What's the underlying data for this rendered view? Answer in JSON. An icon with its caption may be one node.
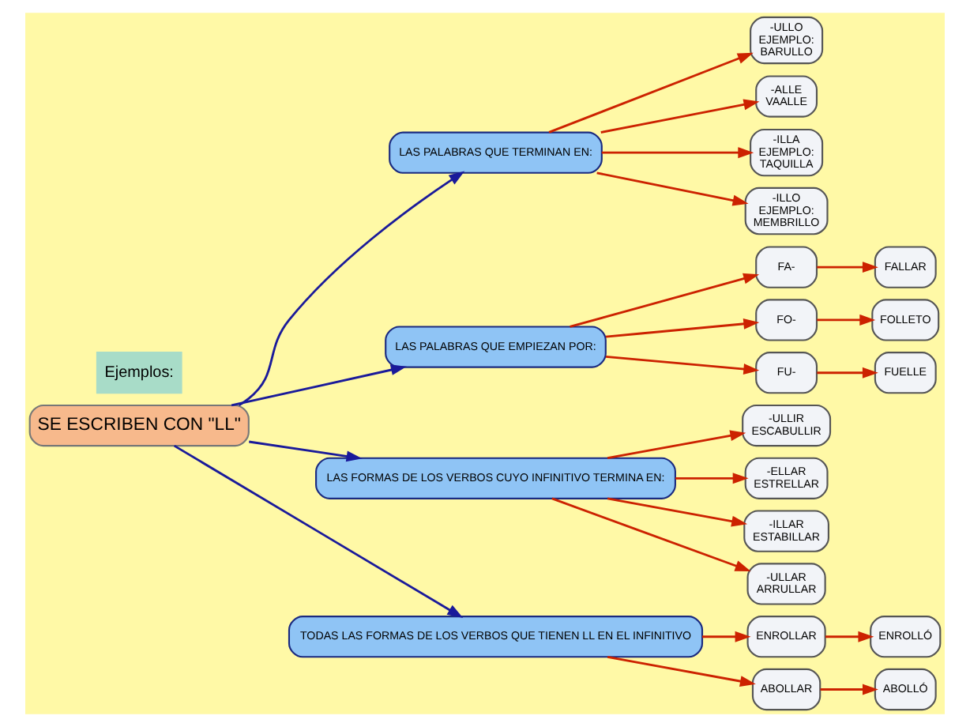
{
  "diagram": {
    "nodes": [
      {
        "text": [
          "SE ESCRIBEN CON \"LL\""
        ]
      },
      {
        "text": [
          "LAS PALABRAS QUE TERMINAN EN:"
        ]
      },
      {
        "text": [
          "-ULLO",
          "EJEMPLO:",
          "BARULLO"
        ]
      },
      {
        "text": [
          "-ALLE",
          "VAALLE"
        ]
      },
      {
        "text": [
          "-ILLA",
          "EJEMPLO:",
          "TAQUILLA"
        ]
      },
      {
        "text": [
          "-ILLO",
          "EJEMPLO:",
          "MEMBRILLO"
        ]
      },
      {
        "text": [
          "LAS PALABRAS QUE EMPIEZAN POR:"
        ]
      },
      {
        "text": [
          "FA-"
        ]
      },
      {
        "text": [
          "FALLAR"
        ]
      },
      {
        "text": [
          "FO-"
        ]
      },
      {
        "text": [
          "FOLLETO"
        ]
      },
      {
        "text": [
          "FU-"
        ]
      },
      {
        "text": [
          "FUELLE"
        ]
      },
      {
        "text": [
          "LAS FORMAS DE LOS VERBOS CUYO INFINITIVO TERMINA EN:"
        ]
      },
      {
        "text": [
          "-ULLIR",
          "ESCABULLIR"
        ]
      },
      {
        "text": [
          "-ELLAR",
          "ESTRELLAR"
        ]
      },
      {
        "text": [
          "-ILLAR",
          "ESTABILLAR"
        ]
      },
      {
        "text": [
          "-ULLAR",
          "ARRULLAR"
        ]
      },
      {
        "text": [
          "TODAS LAS FORMAS DE LOS VERBOS QUE TIENEN LL EN EL INFINITIVO"
        ]
      },
      {
        "text": [
          "ENROLLAR"
        ]
      },
      {
        "text": [
          "ENROLLÓ"
        ]
      },
      {
        "text": [
          "ABOLLAR"
        ]
      },
      {
        "text": [
          "ABOLLÓ"
        ]
      }
    ],
    "edges": [
      {
        "from": 0,
        "to": 1,
        "arrow": "to",
        "color": "#1a1a9a"
      },
      {
        "from": 0,
        "to": 6,
        "arrow": "to",
        "color": "#1a1a9a"
      },
      {
        "from": 0,
        "to": 13,
        "arrow": "to",
        "color": "#1a1a9a"
      },
      {
        "from": 0,
        "to": 18,
        "arrow": "to",
        "color": "#1a1a9a"
      },
      {
        "from": 1,
        "to": 2,
        "arrow": "to"
      },
      {
        "from": 1,
        "to": 3,
        "arrow": "to"
      },
      {
        "from": 1,
        "to": 4,
        "arrow": "to"
      },
      {
        "from": 1,
        "to": 5,
        "arrow": "to"
      },
      {
        "from": 6,
        "to": 7,
        "arrow": "to"
      },
      {
        "from": 6,
        "to": 9,
        "arrow": "to"
      },
      {
        "from": 6,
        "to": 11,
        "arrow": "to"
      },
      {
        "from": 7,
        "to": 8,
        "arrow": "to"
      },
      {
        "from": 9,
        "to": 10,
        "arrow": "to"
      },
      {
        "from": 11,
        "to": 12,
        "arrow": "to"
      },
      {
        "from": 13,
        "to": 14,
        "arrow": "to"
      },
      {
        "from": 13,
        "to": 15,
        "arrow": "to"
      },
      {
        "from": 13,
        "to": 16,
        "arrow": "to"
      },
      {
        "from": 13,
        "to": 17,
        "arrow": "to"
      },
      {
        "from": 18,
        "to": 19,
        "arrow": "to"
      },
      {
        "from": 18,
        "to": 21,
        "arrow": "to"
      },
      {
        "from": 19,
        "to": 20,
        "arrow": "to"
      },
      {
        "from": 21,
        "to": 22,
        "arrow": "to"
      }
    ],
    "labels": [
      "Ejemplos:"
    ]
  }
}
